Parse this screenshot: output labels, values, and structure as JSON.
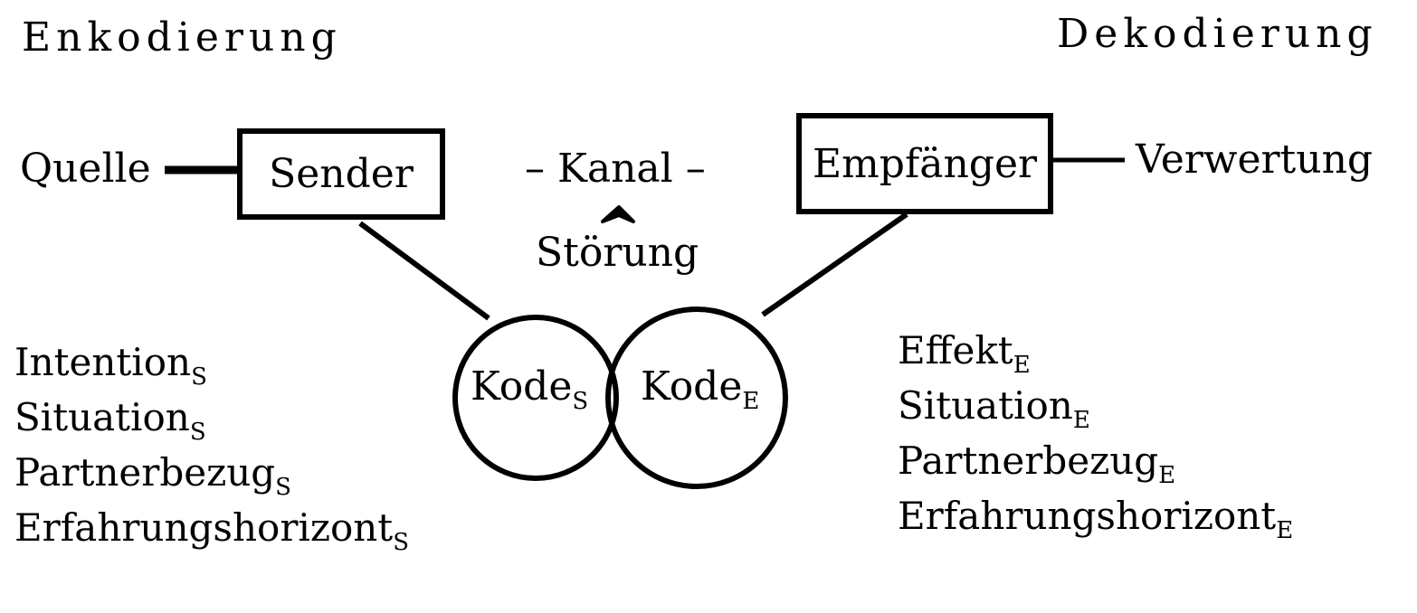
{
  "headings": {
    "left": "Enkodierung",
    "right": "Dekodierung"
  },
  "nodes": {
    "source": "Quelle",
    "sender": "Sender",
    "channel": "– Kanal –",
    "interference": "Störung",
    "receiver": "Empfänger",
    "utilization": "Verwertung"
  },
  "codes": {
    "sender": {
      "base": "Kode",
      "sub": "S"
    },
    "receiver": {
      "base": "Kode",
      "sub": "E"
    }
  },
  "sender_factors": [
    {
      "base": "Intention",
      "sub": "S"
    },
    {
      "base": "Situation",
      "sub": "S"
    },
    {
      "base": "Partnerbezug",
      "sub": "S"
    },
    {
      "base": "Erfahrungshorizont",
      "sub": "S"
    }
  ],
  "receiver_factors": [
    {
      "base": "Effekt",
      "sub": "E"
    },
    {
      "base": "Situation",
      "sub": "E"
    },
    {
      "base": "Partnerbezug",
      "sub": "E"
    },
    {
      "base": "Erfahrungshorizont",
      "sub": "E"
    }
  ]
}
